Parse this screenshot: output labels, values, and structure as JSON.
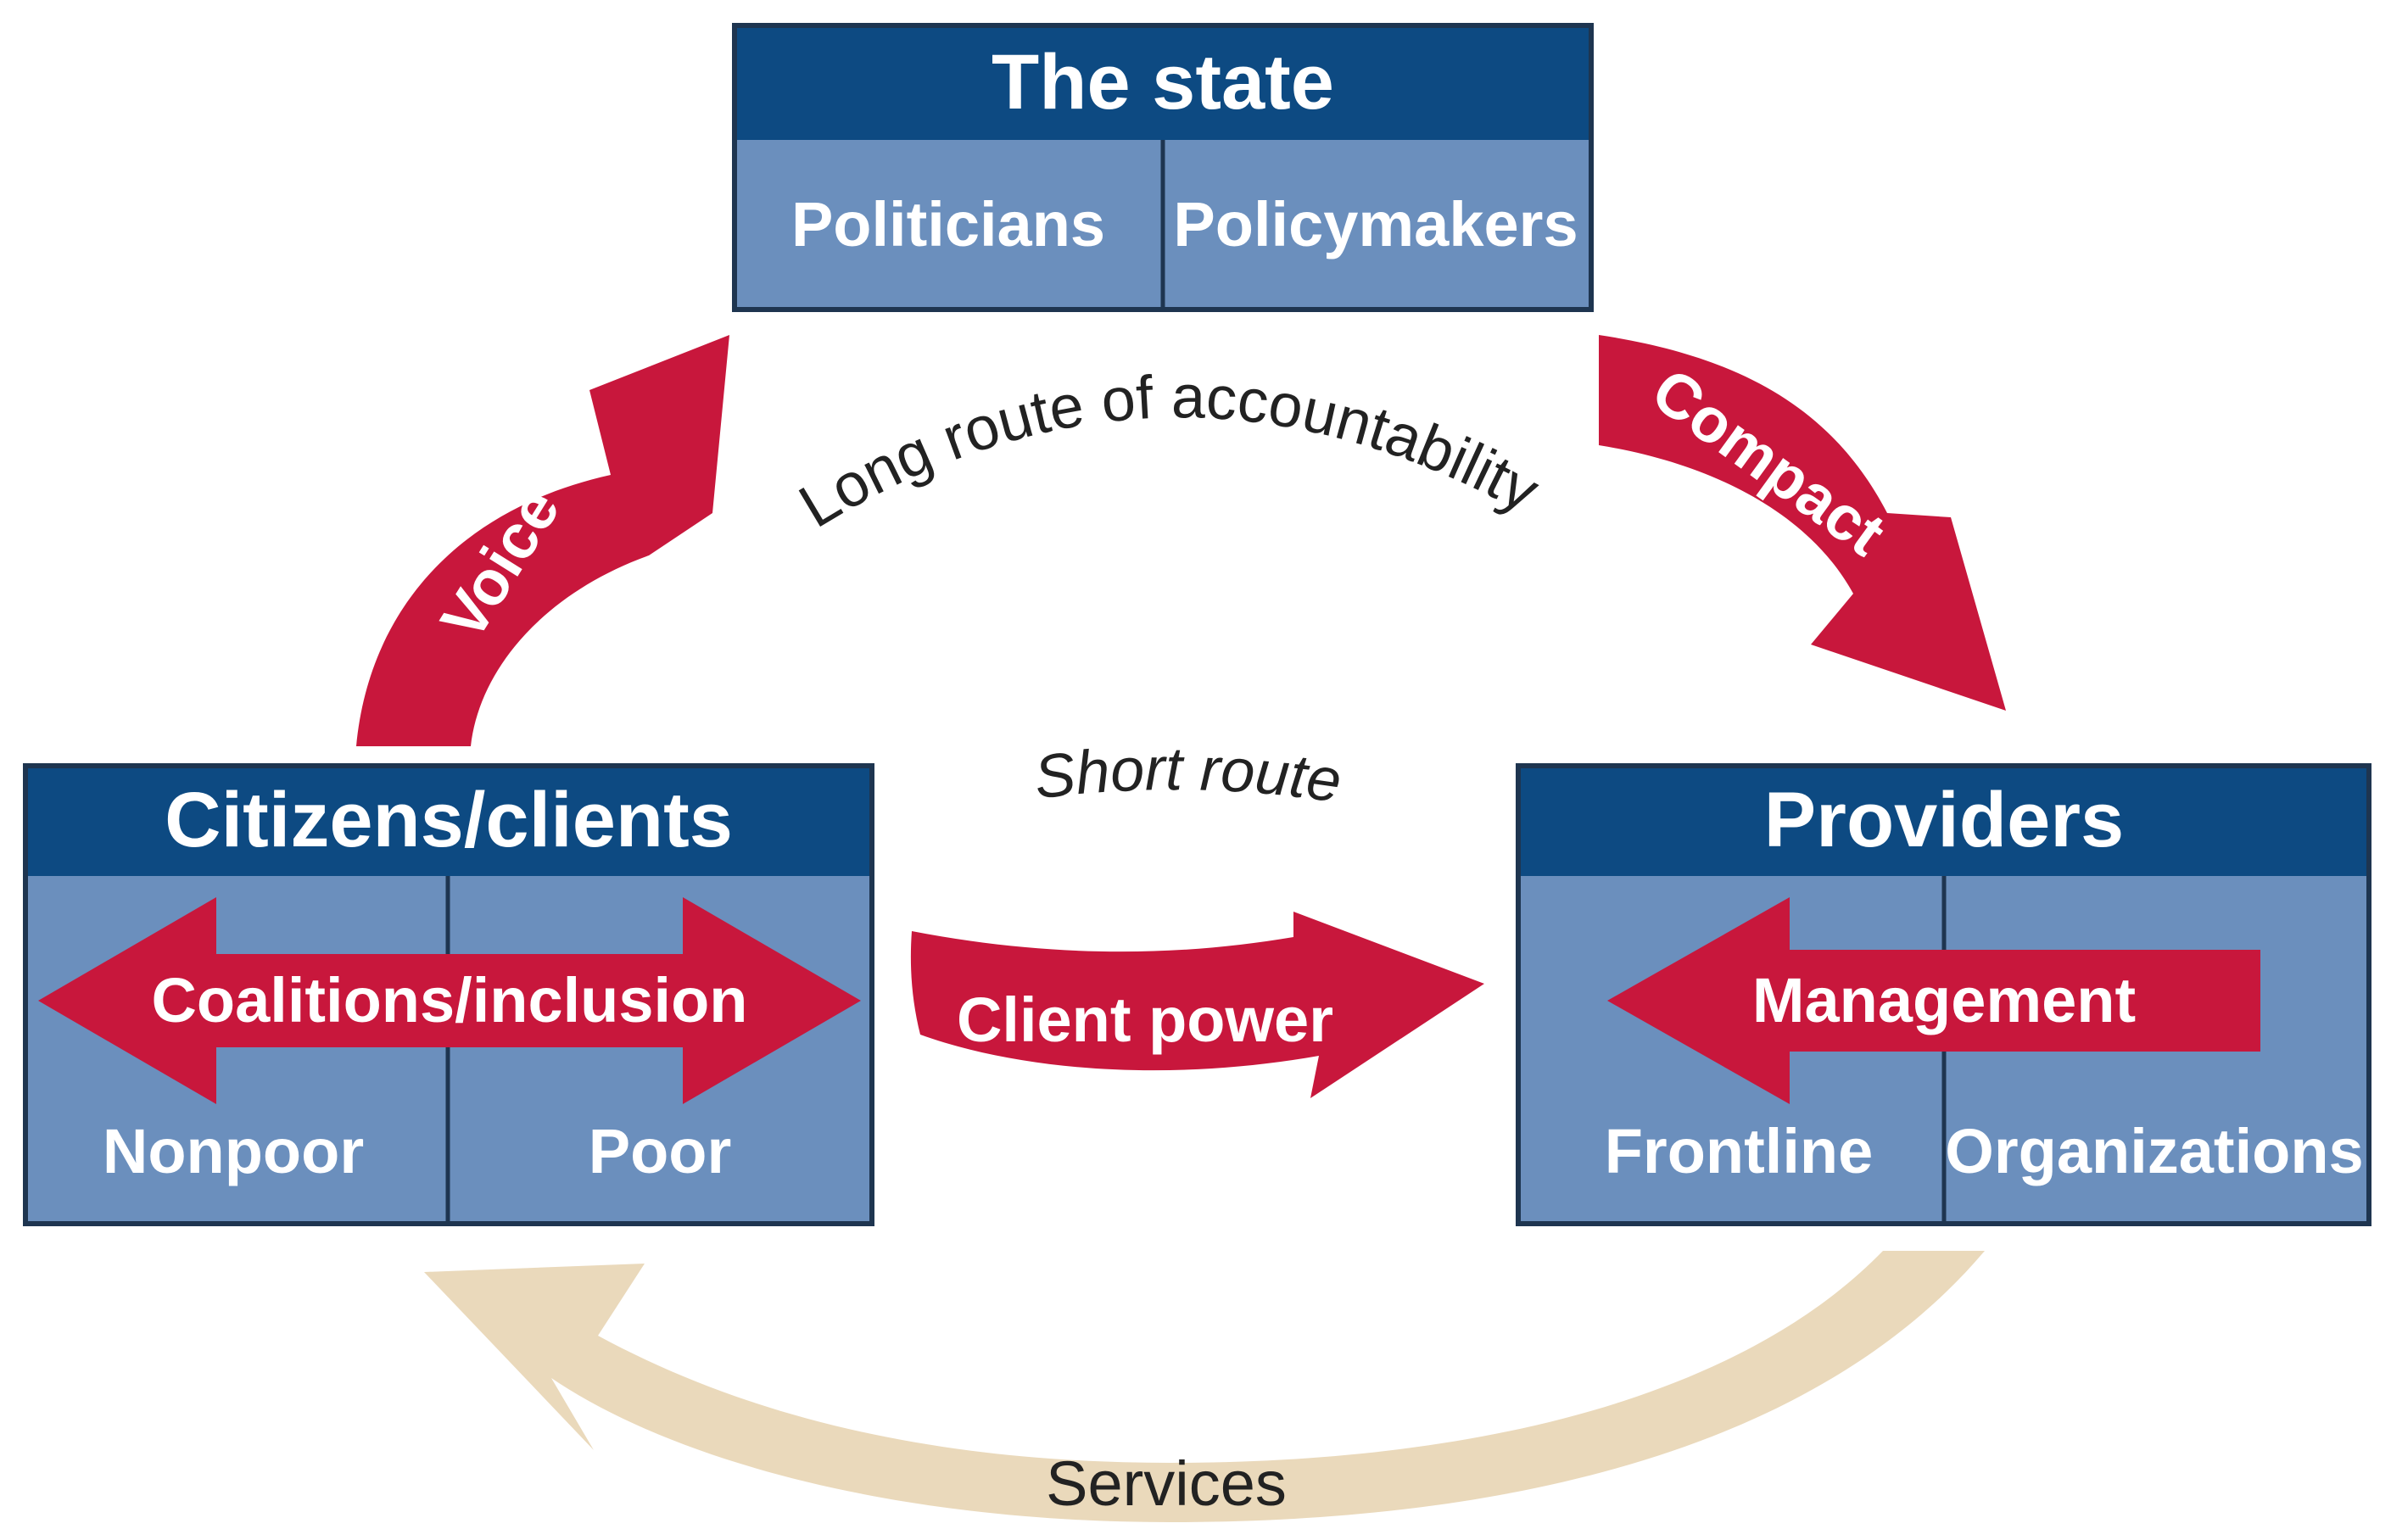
{
  "colors": {
    "header_blue": "#0d4a82",
    "cell_blue": "#6b8fbd",
    "arrow_red": "#c8173c",
    "services_tan": "#ead9bb",
    "border": "#1e3550"
  },
  "state": {
    "title": "The state",
    "left_cell": "Politicians",
    "right_cell": "Policymakers"
  },
  "citizens": {
    "title": "Citizens/clients",
    "left_cell": "Nonpoor",
    "right_cell": "Poor",
    "arrow_label": "Coalitions/inclusion"
  },
  "providers": {
    "title": "Providers",
    "left_cell": "Frontline",
    "right_cell": "Organizations",
    "arrow_label": "Management"
  },
  "arrows": {
    "voice": "Voice",
    "compact": "Compact",
    "client_power": "Client power",
    "services": "Services"
  },
  "routes": {
    "long_route": "Long route of accountability",
    "short_route": "Short route"
  }
}
